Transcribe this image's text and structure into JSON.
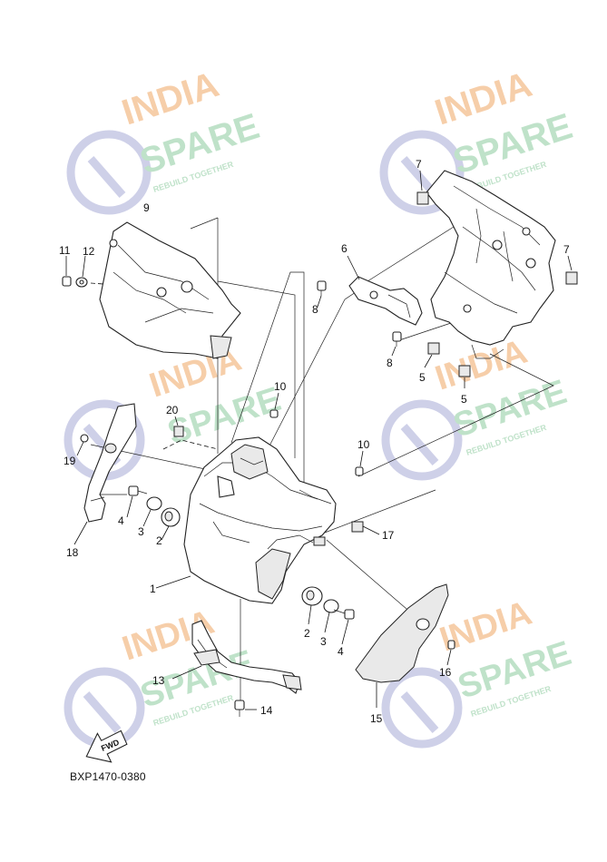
{
  "diagram": {
    "code": "BXP1470-0380",
    "fwd_label": "FWD"
  },
  "watermark": {
    "line1": "INDIA",
    "line2": "SPARE",
    "tagline": "REBUILD TOGETHER",
    "colors": {
      "orange": "#f6c9a0",
      "green": "#b9dfc4",
      "blue": "#c9cbe6"
    }
  },
  "callouts": [
    {
      "id": "1",
      "label": "1"
    },
    {
      "id": "2a",
      "label": "2"
    },
    {
      "id": "2b",
      "label": "2"
    },
    {
      "id": "3a",
      "label": "3"
    },
    {
      "id": "3b",
      "label": "3"
    },
    {
      "id": "4a",
      "label": "4"
    },
    {
      "id": "4b",
      "label": "4"
    },
    {
      "id": "5a",
      "label": "5"
    },
    {
      "id": "5b",
      "label": "5"
    },
    {
      "id": "6",
      "label": "6"
    },
    {
      "id": "7a",
      "label": "7"
    },
    {
      "id": "7b",
      "label": "7"
    },
    {
      "id": "8a",
      "label": "8"
    },
    {
      "id": "8b",
      "label": "8"
    },
    {
      "id": "9",
      "label": "9"
    },
    {
      "id": "10a",
      "label": "10"
    },
    {
      "id": "10b",
      "label": "10"
    },
    {
      "id": "11",
      "label": "11"
    },
    {
      "id": "12",
      "label": "12"
    },
    {
      "id": "13",
      "label": "13"
    },
    {
      "id": "14",
      "label": "14"
    },
    {
      "id": "15",
      "label": "15"
    },
    {
      "id": "16",
      "label": "16"
    },
    {
      "id": "17",
      "label": "17"
    },
    {
      "id": "18",
      "label": "18"
    },
    {
      "id": "19",
      "label": "19"
    },
    {
      "id": "20",
      "label": "20"
    }
  ]
}
